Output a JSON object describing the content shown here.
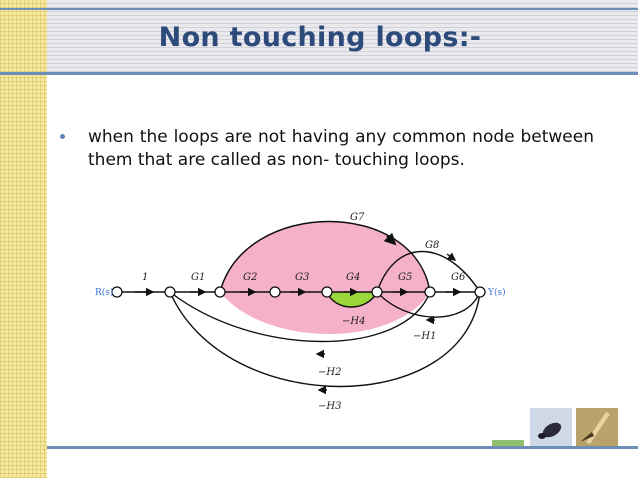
{
  "slide": {
    "title": "Non touching loops:-",
    "bullet": "when the loops are not having any common node between them that are called as non- touching loops."
  },
  "diagram": {
    "input_label": "R(s)",
    "output_label": "Y(s)",
    "branch_labels": {
      "unit": "1",
      "g1": "G1",
      "g2": "G2",
      "g3": "G3",
      "g4": "G4",
      "g5": "G5",
      "g6": "G6",
      "g7": "G7",
      "g8": "G8",
      "h1": "−H1",
      "h2": "−H2",
      "h3": "−H3",
      "h4": "−H4"
    },
    "highlight_colors": {
      "loop_large": "#f4a9c4",
      "loop_small": "#9bd73a"
    }
  }
}
